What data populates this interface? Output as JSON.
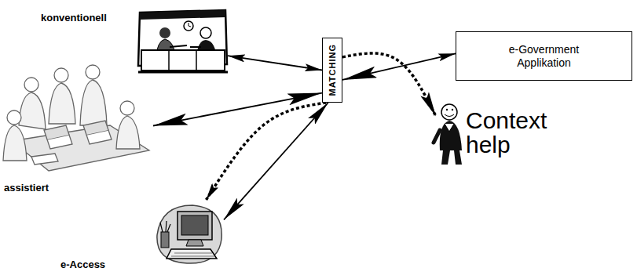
{
  "diagram": {
    "nodes": [
      {
        "text": [
          "konventionell"
        ]
      },
      {
        "text": [
          "assistiert"
        ]
      },
      {
        "text": [
          "e-Access"
        ]
      },
      {
        "text": [
          "MATCHING"
        ]
      },
      {
        "text": [
          "e-Government Applikation"
        ]
      },
      {
        "text": [
          "Context help"
        ]
      }
    ],
    "edges": [
      {
        "from": 0,
        "to": 3,
        "arrow": "both"
      },
      {
        "from": 1,
        "to": 3,
        "arrow": "both"
      },
      {
        "from": 2,
        "to": 3,
        "arrow": "both"
      },
      {
        "from": 3,
        "to": 4,
        "arrow": "both"
      },
      {
        "from": 3,
        "to": 5,
        "arrow": "to"
      },
      {
        "from": 3,
        "to": 2,
        "arrow": "to"
      }
    ]
  }
}
